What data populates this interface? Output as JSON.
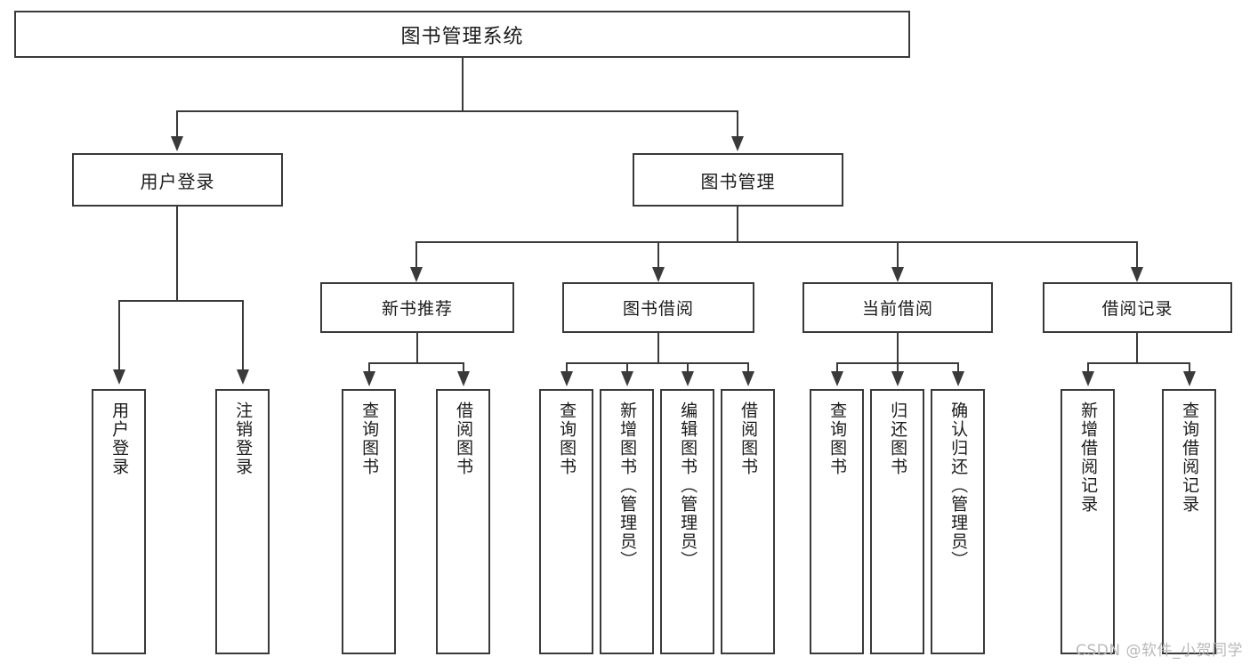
{
  "diagram": {
    "type": "tree-hierarchy",
    "title": "图书管理系统",
    "root": {
      "label": "图书管理系统"
    },
    "level2": [
      {
        "label": "用户登录"
      },
      {
        "label": "图书管理"
      }
    ],
    "level3": [
      {
        "label": "新书推荐"
      },
      {
        "label": "图书借阅"
      },
      {
        "label": "当前借阅"
      },
      {
        "label": "借阅记录"
      }
    ],
    "leaves": {
      "user_login": [
        {
          "label": "用户登录"
        },
        {
          "label": "注销登录"
        }
      ],
      "new_book_recommend": [
        {
          "label": "查询图书"
        },
        {
          "label": "借阅图书"
        }
      ],
      "book_borrow": [
        {
          "label": "查询图书"
        },
        {
          "label": "新增图书（管理员）"
        },
        {
          "label": "编辑图书（管理员）"
        },
        {
          "label": "借阅图书"
        }
      ],
      "current_borrow": [
        {
          "label": "查询图书"
        },
        {
          "label": "归还图书"
        },
        {
          "label": "确认归还（管理员）"
        }
      ],
      "borrow_record": [
        {
          "label": "新增借阅记录"
        },
        {
          "label": "查询借阅记录"
        }
      ]
    }
  },
  "watermark": {
    "text": "CSDN @软件_小贺同学"
  },
  "colors": {
    "stroke": "#3a3a3a",
    "text": "#1b1b1b",
    "background": "#ffffff",
    "watermark": "#b9b9b9"
  }
}
